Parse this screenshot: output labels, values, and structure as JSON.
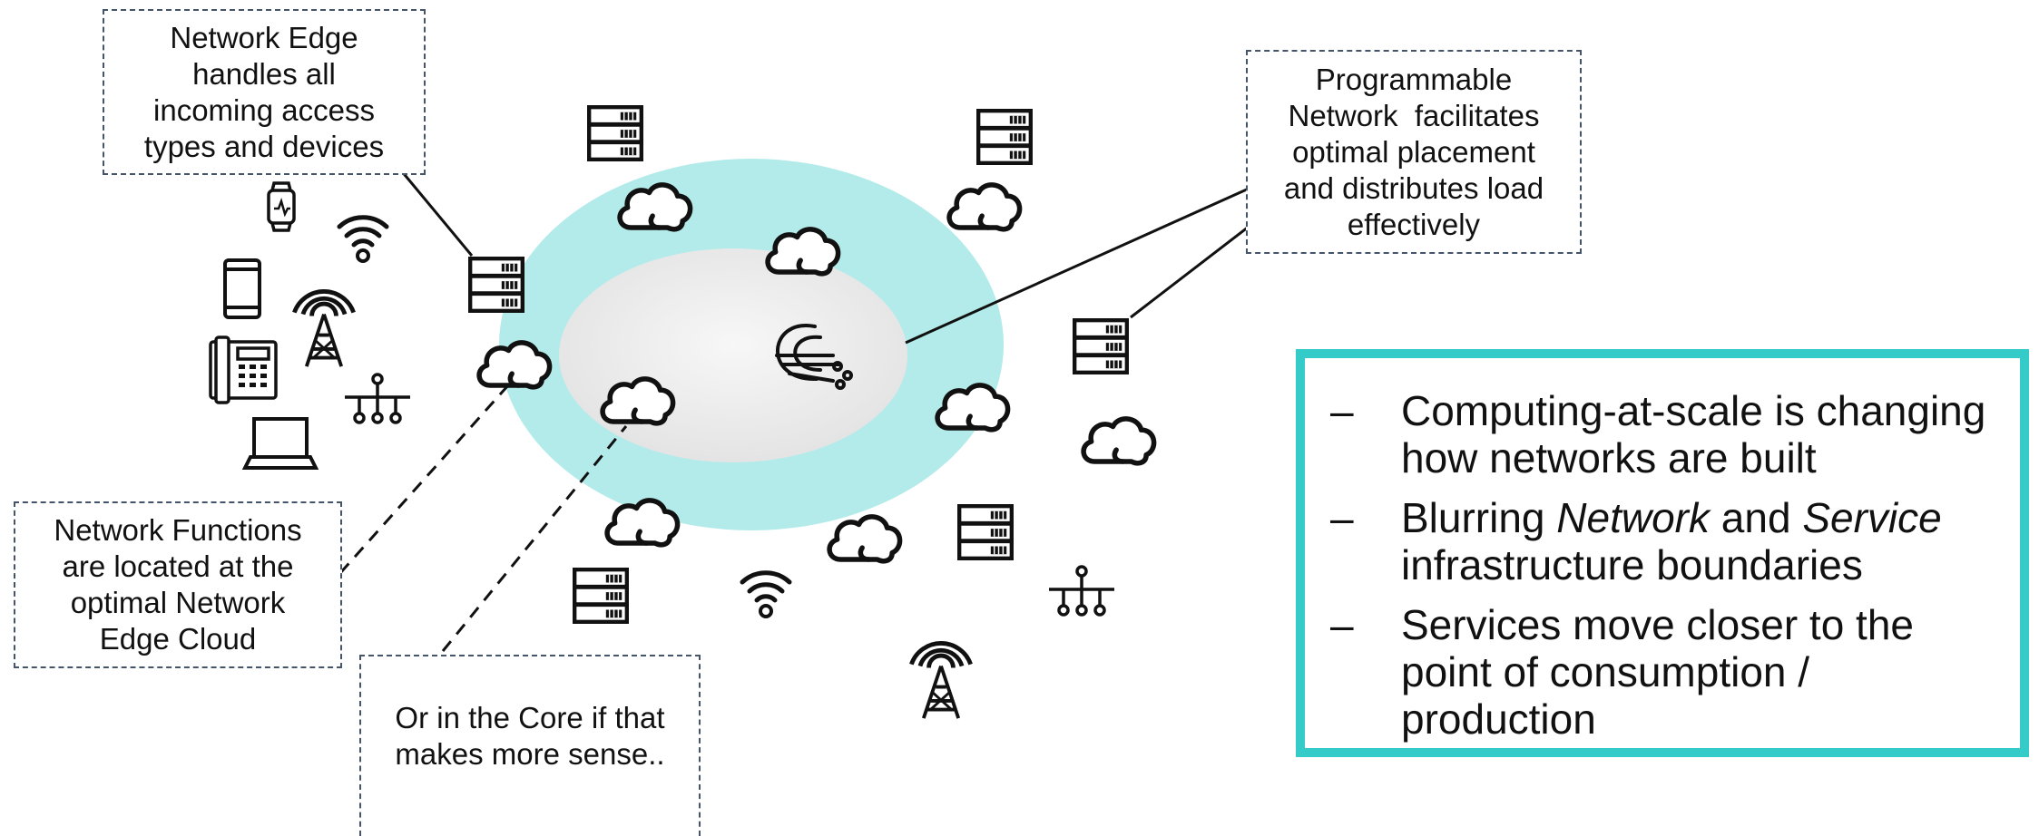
{
  "callouts": {
    "network_edge": [
      "Network Edge",
      "handles all",
      "incoming access",
      "types and devices"
    ],
    "programmable": [
      "Programmable",
      "Network  facilitates",
      "optimal placement",
      "and distributes load",
      "effectively"
    ],
    "network_functions": [
      "Network Functions",
      "are located at the",
      "optimal Network",
      "Edge Cloud"
    ],
    "core": [
      "Or in the Core if that",
      "makes more sense.."
    ]
  },
  "summary": {
    "items": [
      {
        "dash": "–",
        "parts": [
          "Computing-at-scale is changing how networks are built"
        ]
      },
      {
        "dash": "–",
        "parts": [
          "Blurring ",
          "Network",
          " and ",
          "Service",
          " infrastructure boundaries"
        ]
      },
      {
        "dash": "–",
        "parts": [
          "Services move closer to the point of consumption / production"
        ]
      }
    ]
  },
  "colors": {
    "outer_ring": "#b3ebea",
    "inner_core": "#ececec",
    "summary_border": "#35cbc8",
    "callout_border": "#44546a"
  },
  "icons": [
    "server-icon",
    "cloud-icon",
    "wifi-icon",
    "cell-tower-icon",
    "network-node-icon",
    "smartwatch-icon",
    "smartphone-icon",
    "desk-phone-icon",
    "laptop-icon",
    "core-network-icon"
  ]
}
